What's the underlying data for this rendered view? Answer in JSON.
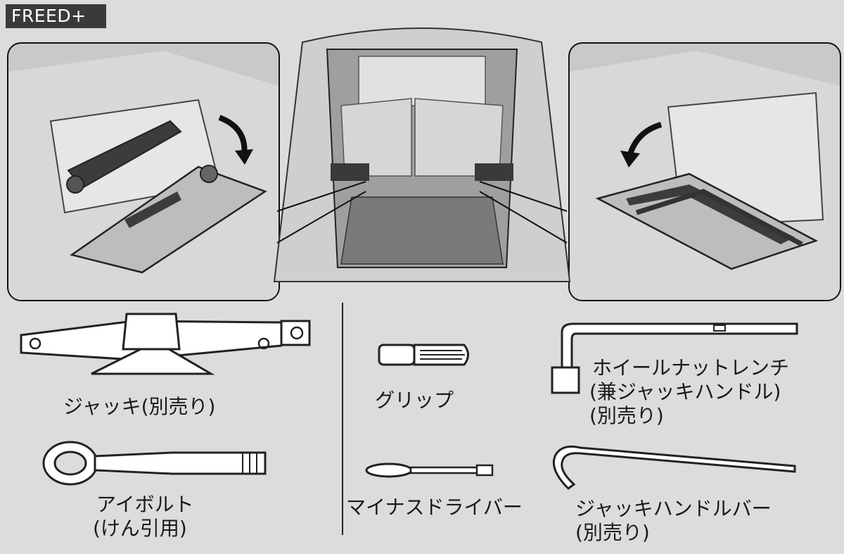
{
  "badge": "FREED+",
  "labels": {
    "jack": "ジャッキ(別売り)",
    "eyebolt": [
      "アイボルト",
      "(けん引用)"
    ],
    "grip": "グリップ",
    "driver": "マイナスドライバー",
    "wrench": [
      "ホイールナットレンチ",
      "(兼ジャッキハンドル)",
      "(別売り)"
    ],
    "jackbar": [
      "ジャッキハンドルバー",
      "(別売り)"
    ]
  },
  "colors": {
    "badge_bg": "#3a3a3a",
    "panel_bg": "#c9c9c9",
    "line": "#111111"
  },
  "icons": [
    "curved-arrow-icon"
  ]
}
